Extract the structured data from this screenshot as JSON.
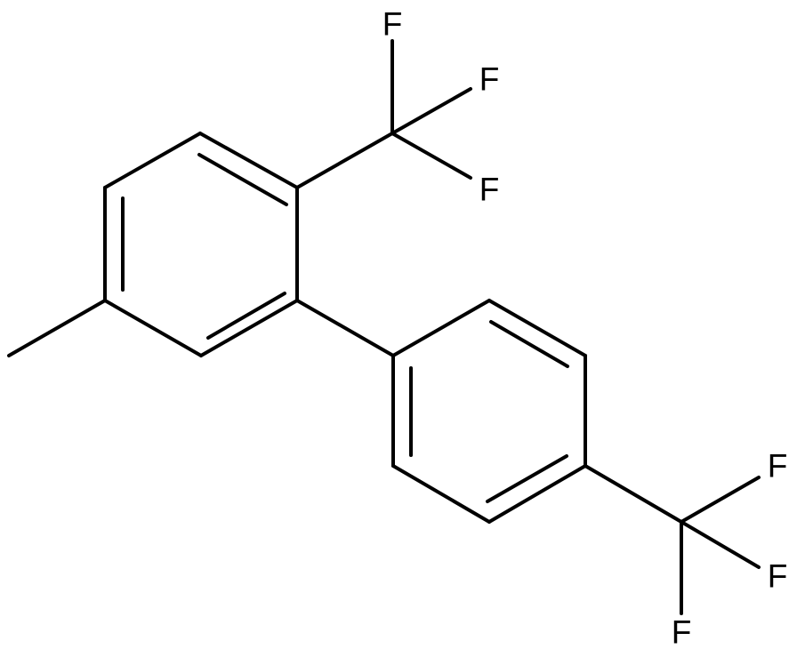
{
  "molecule": {
    "atoms": {
      "f1": "F",
      "f2": "F",
      "f3": "F",
      "f4": "F",
      "f5": "F",
      "f6": "F"
    }
  }
}
